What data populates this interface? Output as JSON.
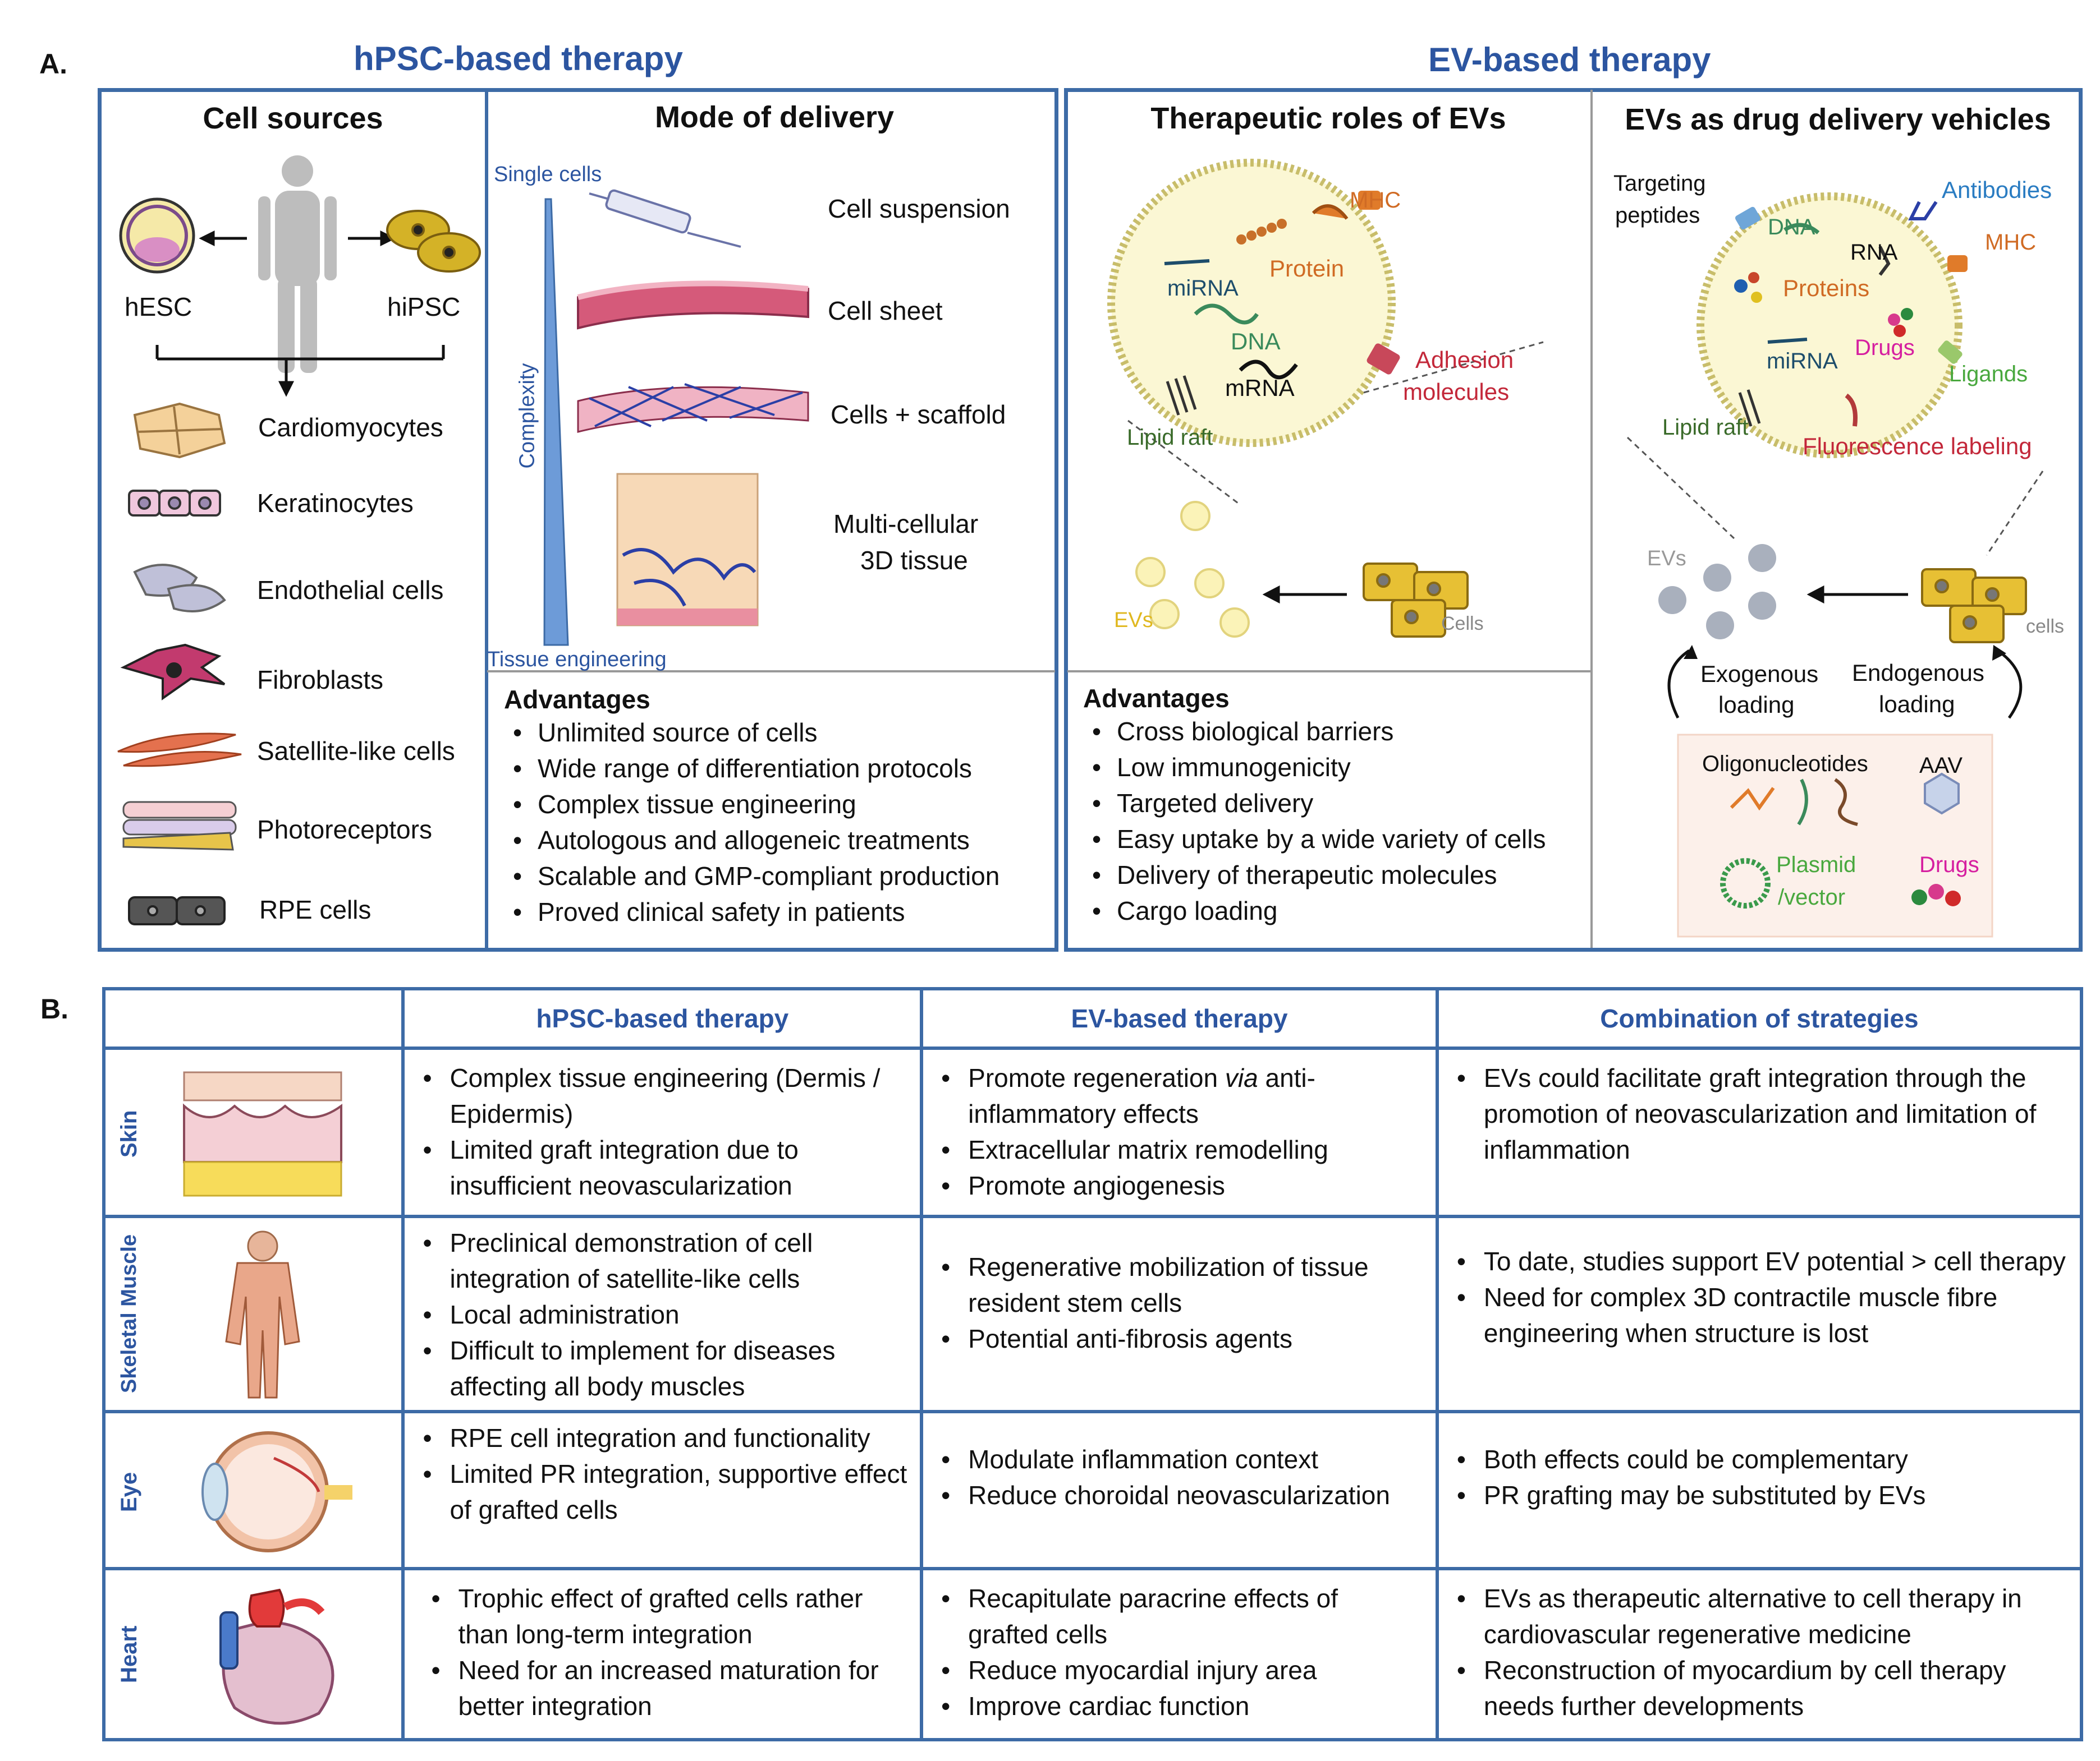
{
  "panelA": {
    "label": "A.",
    "hpsc_heading": "hPSC-based therapy",
    "ev_heading": "EV-based therapy",
    "cell_sources": {
      "title": "Cell sources",
      "hesc": "hESC",
      "hipsc": "hiPSC",
      "cell_types": [
        "Cardiomyocytes",
        "Keratinocytes",
        "Endothelial cells",
        "Fibroblasts",
        "Satellite-like cells",
        "Photoreceptors",
        "RPE cells"
      ]
    },
    "delivery": {
      "title": "Mode of delivery",
      "single_cells": "Single cells",
      "complexity": "Complexity",
      "tissue_engineering": "Tissue engineering",
      "modes": [
        "Cell suspension",
        "Cell sheet",
        "Cells + scaffold",
        "Multi-cellular",
        "3D tissue"
      ]
    },
    "hpsc_advantages": {
      "heading": "Advantages",
      "items": [
        "Unlimited source of cells",
        "Wide range of differentiation protocols",
        "Complex tissue engineering",
        "Autologous and allogeneic treatments",
        "Scalable and GMP-compliant production",
        "Proved clinical safety in patients"
      ]
    },
    "ev_roles": {
      "title": "Therapeutic roles of EVs",
      "mhc": "MHC",
      "protein": "Protein",
      "mirna": "miRNA",
      "dna": "DNA",
      "mrna": "mRNA",
      "adhesion1": "Adhesion",
      "adhesion2": "molecules",
      "lipid_raft": "Lipid raft",
      "evs": "EVs",
      "cells": "Cells"
    },
    "ev_delivery": {
      "title": "EVs as drug delivery vehicles",
      "targeting1": "Targeting",
      "targeting2": "peptides",
      "antibodies": "Antibodies",
      "dna": "DNA",
      "rna": "RNA",
      "mhc": "MHC",
      "proteins": "Proteins",
      "mirna": "miRNA",
      "drugs": "Drugs",
      "ligands": "Ligands",
      "lipid_raft": "Lipid raft",
      "fluorescence": "Fluorescence labeling",
      "evs": "EVs",
      "cells": "cells",
      "exo1": "Exogenous",
      "exo2": "loading",
      "endo1": "Endogenous",
      "endo2": "loading",
      "oligo": "Oligonucleotides",
      "aav": "AAV",
      "plasmid1": "Plasmid",
      "plasmid2": "/vector",
      "drugs2": "Drugs"
    },
    "ev_advantages": {
      "heading": "Advantages",
      "items": [
        "Cross biological barriers",
        "Low immunogenicity",
        "Targeted delivery",
        "Easy uptake by a wide variety of cells",
        "Delivery of therapeutic molecules",
        "Cargo loading"
      ]
    }
  },
  "panelB": {
    "label": "B.",
    "columns": [
      "hPSC-based therapy",
      "EV-based therapy",
      "Combination of strategies"
    ],
    "rows": [
      {
        "organ": "Skin",
        "hpsc": [
          "Complex tissue engineering (Dermis / Epidermis)",
          "Limited graft integration due to insufficient neovascularization"
        ],
        "ev_first_a": "Promote regeneration ",
        "ev_first_via": "via",
        "ev_first_b": " anti-inflammatory effects",
        "ev": [
          "Extracellular matrix remodelling",
          "Promote angiogenesis"
        ],
        "combo": [
          "EVs could facilitate graft integration through the promotion of neovascularization and limitation of inflammation"
        ]
      },
      {
        "organ": "Skeletal Muscle",
        "hpsc": [
          "Preclinical demonstration of cell integration of satellite-like cells",
          "Local administration",
          "Difficult to implement for diseases affecting all body muscles"
        ],
        "ev": [
          "Regenerative mobilization of tissue resident stem cells",
          "Potential anti-fibrosis agents"
        ],
        "combo": [
          "To date, studies support EV potential > cell therapy",
          "Need for complex 3D contractile muscle fibre engineering when structure is lost"
        ]
      },
      {
        "organ": "Eye",
        "hpsc": [
          "RPE cell integration and functionality",
          "Limited PR integration, supportive effect of grafted cells"
        ],
        "ev": [
          "Modulate inflammation context",
          "Reduce choroidal neovascularization"
        ],
        "combo": [
          "Both effects could be complementary",
          "PR grafting may be substituted by EVs"
        ]
      },
      {
        "organ": "Heart",
        "hpsc": [
          "Trophic effect of grafted cells rather than long-term integration",
          "Need for an increased maturation for better integration"
        ],
        "ev": [
          "Recapitulate paracrine effects of grafted cells",
          "Reduce myocardial injury area",
          "Improve cardiac function"
        ],
        "combo": [
          "EVs as therapeutic alternative to cell therapy in cardiovascular regenerative medicine",
          "Reconstruction of myocardium by cell therapy needs further developments"
        ]
      }
    ]
  }
}
